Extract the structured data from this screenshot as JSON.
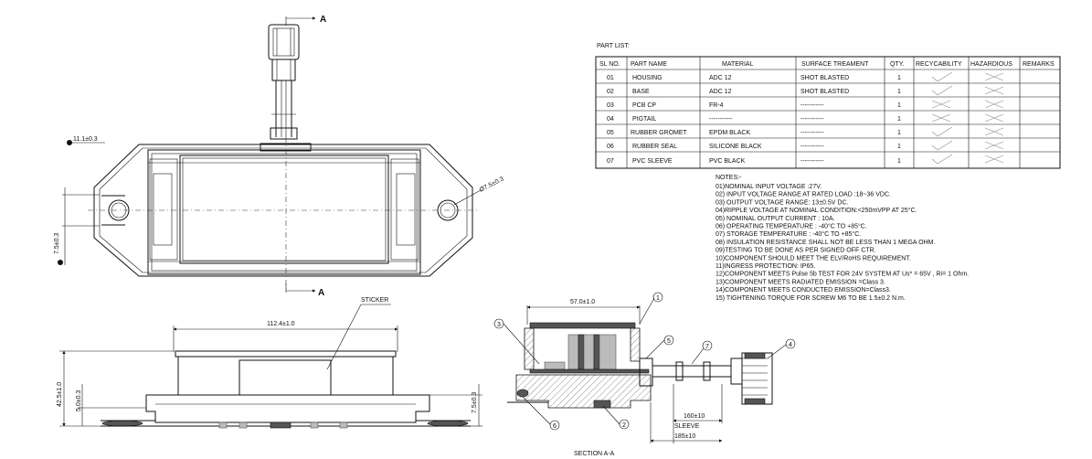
{
  "section_marks": {
    "top": "A",
    "bottom": "A"
  },
  "top_view": {
    "dims": {
      "hole_offset": "11.1±0.3",
      "hole_spacing": "7.5±0.3",
      "hole_dia": "Ø7.5±0.3"
    }
  },
  "side_view": {
    "dims": {
      "length": "112.4±1.0",
      "height": "42.5±1.0",
      "base": "5.0±0.3",
      "right": "7.5±0.3"
    },
    "sticker": "STICKER"
  },
  "section_view": {
    "title": "SECTION  A-A",
    "dims": {
      "width": "57.0±1.0",
      "sleeve_len": "160±10",
      "sleeve_label": "SLEEVE",
      "total": "185±10"
    },
    "balloons": [
      "1",
      "2",
      "3",
      "4",
      "5",
      "6",
      "7"
    ]
  },
  "part_list": {
    "title": "PART LIST:",
    "headers": [
      "SL NO.",
      "PART NAME",
      "MATERIAL",
      "SURFACE TREAMENT",
      "QTY.",
      "RECYCABILITY",
      "HAZARDIOUS",
      "REMARKS"
    ],
    "rows": [
      {
        "sl": "01",
        "name": "HOUSING",
        "material": "ADC 12",
        "surface": "SHOT BLASTED",
        "qty": "1",
        "recyc": "tick",
        "haz": "cross"
      },
      {
        "sl": "02",
        "name": "BASE",
        "material": "ADC 12",
        "surface": "SHOT BLASTED",
        "qty": "1",
        "recyc": "tick",
        "haz": "cross"
      },
      {
        "sl": "03",
        "name": "PCB CP",
        "material": "FR-4",
        "surface": "-----------",
        "qty": "1",
        "recyc": "cross",
        "haz": "cross"
      },
      {
        "sl": "04",
        "name": "PIGTAIL",
        "material": "-----------",
        "surface": "-----------",
        "qty": "1",
        "recyc": "cross",
        "haz": "cross"
      },
      {
        "sl": "05",
        "name": "RUBBER GROMET",
        "material": "EPDM BLACK",
        "surface": "-----------",
        "qty": "1",
        "recyc": "tick",
        "haz": "cross"
      },
      {
        "sl": "06",
        "name": "RUBBER SEAL",
        "material": "SILICONE BLACK",
        "surface": "-----------",
        "qty": "1",
        "recyc": "tick",
        "haz": "cross"
      },
      {
        "sl": "07",
        "name": "PVC SLEEVE",
        "material": "PVC BLACK",
        "surface": "-----------",
        "qty": "1",
        "recyc": "tick",
        "haz": "cross"
      }
    ]
  },
  "notes": {
    "title": "NOTES:-",
    "lines": [
      "01)NOMINAL INPUT VOLTAGE :27V.",
      "02) INPUT VOLTAGE RANGE AT RATED LOAD :18~36 VDC.",
      "03) OUTPUT VOLTAGE RANGE: 13±0.5V DC.",
      "04)RIPPLE VOLTAGE AT NOMINAL CONDITION:<250mVPP AT 25°C.",
      "05) NOMINAL OUTPUT CURRENT : 10A.",
      "06) OPERATING TEMPERATURE : -40°C TO +85°C.",
      "07) STORAGE TEMPERATURE : -40°C TO +85°C.",
      "08) INSULATION RESISTANCE SHALL NOT BE LESS THAN 1 MEGA OHM.",
      "09)TESTING TO BE DONE AS PER SIGNED OFF CTR.",
      "10)COMPONENT SHOULD MEET THE ELV/RoHS REQUIREMENT.",
      "11)INGRESS PROTECTION: IP65.",
      "12)COMPONENT MEETS Pulse 5b TEST FOR 24V SYSTEM  AT Us* = 65V , Ri= 1 Ohm.",
      "13)COMPONENT MEETS RADIATED EMISSION =Class 3.",
      "14)COMPONENT MEETS CONDUCTED EMISSION=Class3.",
      "15) TIGHTENING TORQUE FOR SCREW M6 TO BE 1.5±0.2 N.m."
    ]
  }
}
